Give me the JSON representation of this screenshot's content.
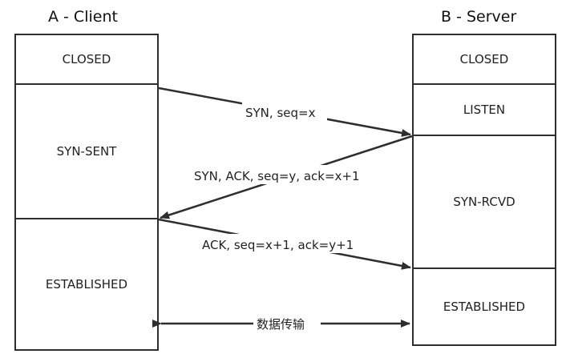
{
  "client": {
    "title": "A - Client",
    "states": [
      "CLOSED",
      "SYN-SENT",
      "ESTABLISHED"
    ]
  },
  "server": {
    "title": "B - Server",
    "states": [
      "CLOSED",
      "LISTEN",
      "SYN-RCVD",
      "ESTABLISHED"
    ]
  },
  "messages": [
    "SYN, seq=x",
    "SYN, ACK, seq=y, ack=x+1",
    "ACK, seq=x+1, ack=y+1",
    "数据传输"
  ]
}
